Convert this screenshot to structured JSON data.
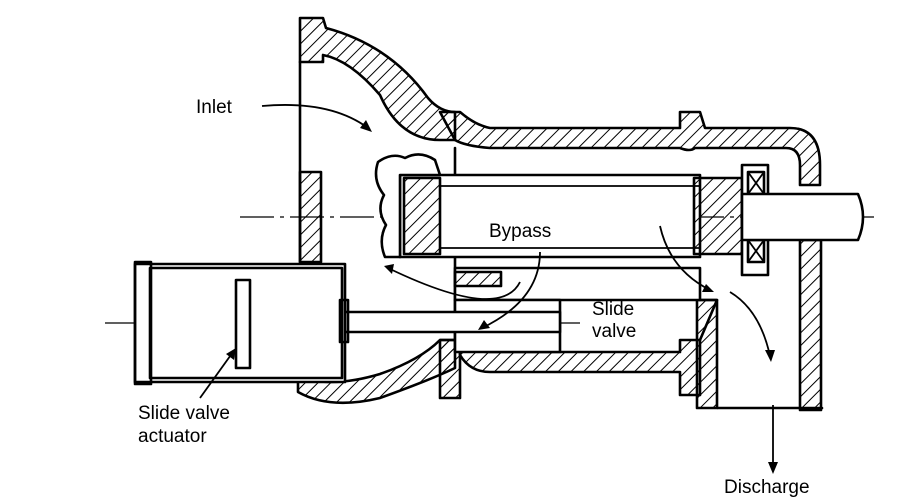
{
  "labels": {
    "inlet": "Inlet",
    "bypass": "Bypass",
    "slide_valve_line1": "Slide",
    "slide_valve_line2": "valve",
    "actuator_line1": "Slide  valve",
    "actuator_line2": "actuator",
    "discharge": "Discharge"
  },
  "colors": {
    "ink": "#000000",
    "background": "#ffffff"
  }
}
